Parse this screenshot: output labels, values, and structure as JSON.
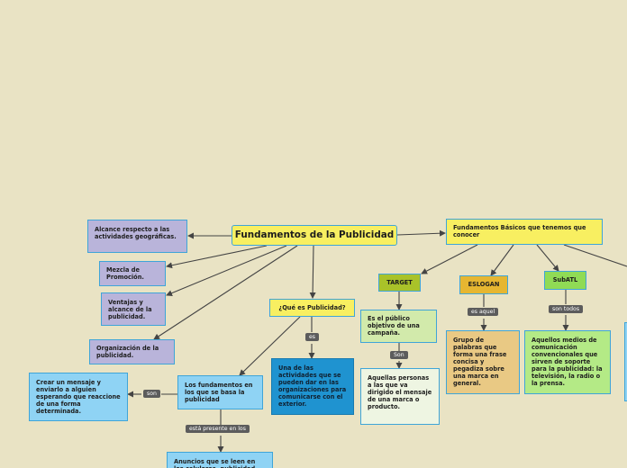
{
  "colors": {
    "background": "#e9e3c4",
    "main_fill": "#f8ef61",
    "lavender": "#b9b4da",
    "blue": "#8fd3f4",
    "dark_blue": "#1f93d0",
    "olive": "#a9c229",
    "gold": "#e6b631",
    "green": "#90db55",
    "light_green": "#d2eaab",
    "tan": "#e9c984",
    "pale": "#eef5e2",
    "bright_green": "#b4ea86",
    "line": "#444444"
  },
  "nodes": {
    "main": "Fundamentos de la Publicidad",
    "alcance": "Alcance respecto a las actividades geográficas.",
    "mezcla": "Mezcla de Promoción.",
    "ventajas": "Ventajas y alcance de la publicidad.",
    "organizacion": "Organización de la publicidad.",
    "que_es": "¿Qué es Publicidad?",
    "una_de": "Una de las actividades que se pueden dar en las organizaciones para comunicarse con el exterior.",
    "fundamentos_basa": "Los fundamentos en los que se basa la publicidad",
    "crear": "Crear un mensaje y enviarlo a alguien esperando que reaccione de una forma determinada.",
    "anuncios": "Anuncios que se leen en los celulares, publicidad",
    "basicos": "Fundamentos Básicos que tenemos que conocer",
    "target": "TARGET",
    "target_desc": "Es el público objetivo de una campaña.",
    "target_son": "Aquellas personas a las que va dirigido el mensaje de una marca o producto.",
    "eslogan": "ESLOGAN",
    "eslogan_desc": "Grupo de palabras que forma una frase concisa y pegadiza sobre una marca en general.",
    "subatl": "SubATL",
    "subatl_desc": "Aquellos medios de comunicación convencionales que sirven de soporte para la publicidad: la televisión, la radio o la prensa."
  },
  "labels": {
    "es": "es",
    "son": "son",
    "esta_presente": "está presente en los",
    "son_target": "Son",
    "es_aquel": "es aquel",
    "son_todos": "son todos"
  }
}
